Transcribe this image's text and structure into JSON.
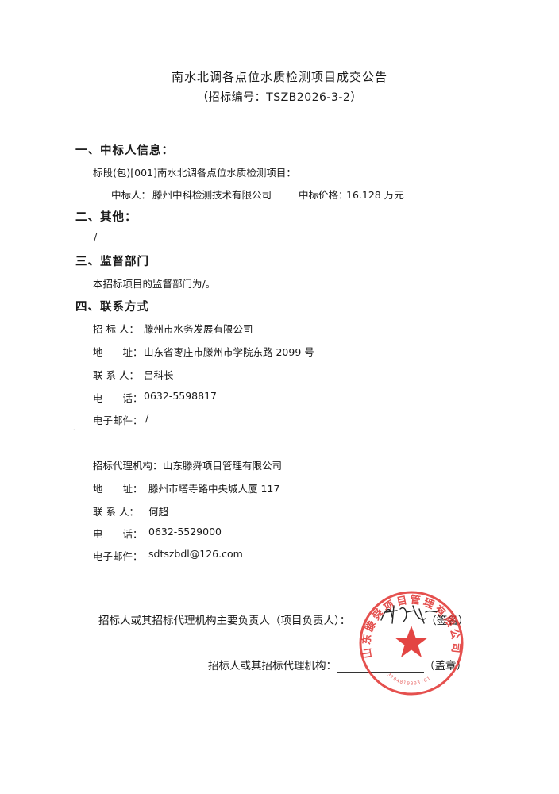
{
  "document": {
    "title": "南水北调各点位水质检测项目成交公告",
    "subtitle": "（招标编号：TSZB2026-3-2）"
  },
  "sections": {
    "winner": {
      "heading": "一、中标人信息：",
      "lot": "标段(包)[001]南水北调各点位水质检测项目：",
      "winner_label": "中标人：",
      "winner_name": "滕州中科检测技术有限公司",
      "price_label": "中标价格：",
      "price_value": "16.128 万元"
    },
    "other": {
      "heading": "二、其他：",
      "content": "/"
    },
    "supervision": {
      "heading": "三、监督部门",
      "content": "本招标项目的监督部门为/。"
    },
    "contact": {
      "heading": "四、联系方式",
      "tenderer": {
        "org_label": "招 标 人：",
        "org": "滕州市水务发展有限公司",
        "address_label": "地　　址：",
        "address": "山东省枣庄市滕州市学院东路 2099 号",
        "person_label": "联 系 人：",
        "person": "吕科长",
        "phone_label": "电　　话：",
        "phone": "0632-5598817",
        "email_label": "电子邮件：",
        "email": "/"
      },
      "agency": {
        "org_label": "招标代理机构：",
        "org": "山东滕舜项目管理有限公司",
        "address_label": "地　　址：",
        "address": "滕州市塔寺路中央城人厦 117",
        "person_label": "联 系 人：",
        "person": "何超",
        "phone_label": "电　　话：",
        "phone": "0632-5529000",
        "email_label": "电子邮件：",
        "email": "sdtszbdl@126.com"
      }
    }
  },
  "signatures": {
    "responsible_label": "招标人或其招标代理机构主要负责人（项目负责人）：",
    "responsible_suffix": "（签名）",
    "institution_label": "招标人或其招标代理机构：",
    "institution_suffix": "（盖章）"
  },
  "seal": {
    "text": "山东滕舜项目管理有限公司",
    "number": "3704810003761",
    "color": "#e0312f"
  }
}
